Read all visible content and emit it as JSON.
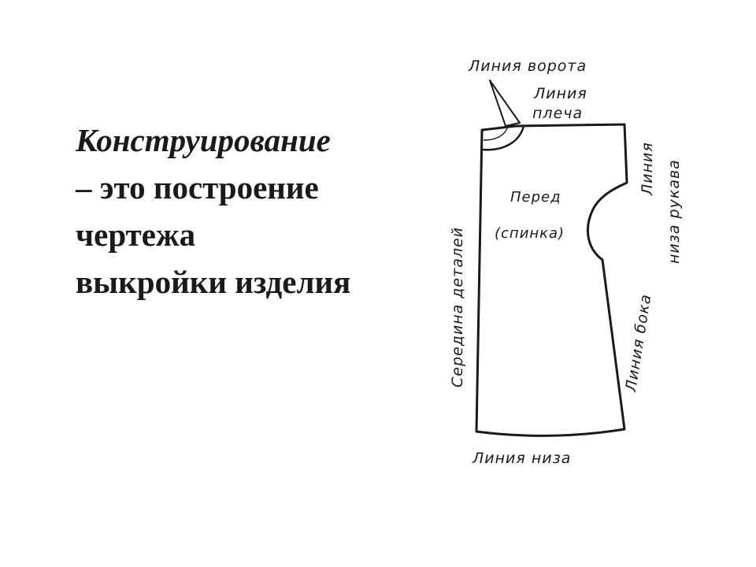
{
  "heading": {
    "line1": "Конструирование",
    "line2": "– это построение",
    "line3": "чертежа",
    "line4": "выкройки изделия"
  },
  "diagram": {
    "collar_line": "Линия ворота",
    "shoulder_line_1": "Линия",
    "shoulder_line_2": "плеча",
    "sleeve_bottom_line_1": "Линия",
    "sleeve_bottom_line_2": "низа рукава",
    "center_line": "Середина деталей",
    "front_label": "Перед",
    "back_label": "(спинка)",
    "side_line": "Линия бока",
    "hem_line": "Линия низа"
  },
  "colors": {
    "ink": "#1a1a1a",
    "background": "#ffffff"
  }
}
